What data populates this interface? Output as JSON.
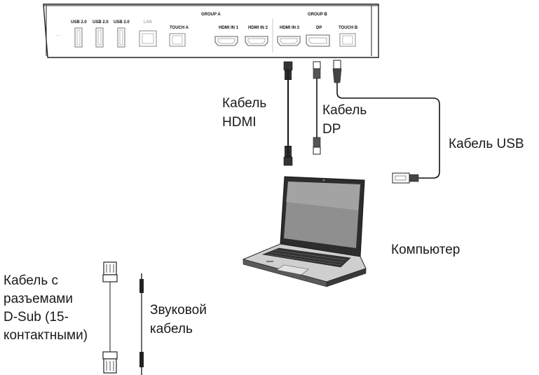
{
  "panel": {
    "ports": {
      "usb1": "USB 2.0",
      "usb2": "USB 2.0",
      "usb3": "USB 2.0",
      "lan": "LAN",
      "touch_a": "TOUCH A",
      "hdmi_in_1": "HDMI IN 1",
      "hdmi_in_2": "HDMI IN 2",
      "hdmi_in_3": "HDMI IN 3",
      "dp": "DP",
      "touch_b": "TOUCH B"
    },
    "group_a": "GROUP A",
    "group_b": "GROUP B"
  },
  "labels": {
    "hdmi_cable_line1": "Кабель",
    "hdmi_cable_line2": "HDMI",
    "dp_cable_line1": "Кабель",
    "dp_cable_line2": "DP",
    "usb_cable": "Кабель USB",
    "computer": "Компьютер",
    "dsub_line1": "Кабель с",
    "dsub_line2": "разъемами",
    "dsub_line3": "D-Sub (15-",
    "dsub_line4": "контактными)",
    "audio_line1": "Звуковой",
    "audio_line2": "кабель"
  }
}
